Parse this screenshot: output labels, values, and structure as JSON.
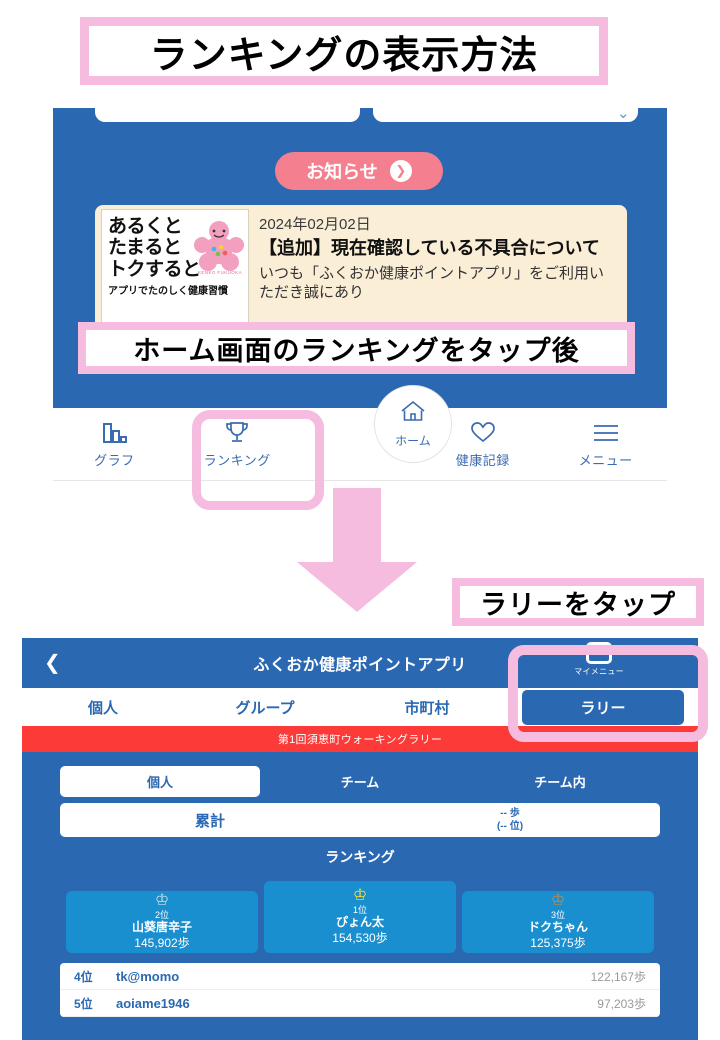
{
  "callouts": {
    "title": "ランキングの表示方法",
    "step1": "ホーム画面のランキングをタップ後",
    "step2": "ラリーをタップ"
  },
  "colors": {
    "pink": "#f6bcdf",
    "app_blue": "#2a68b2",
    "podium_blue": "#1a8fd0",
    "banner_red": "#fc3b39",
    "news_btn_pink": "#f4808f",
    "news_card_bg": "#fbeed7"
  },
  "screen1": {
    "news_button": {
      "label": "お知らせ",
      "icon": "chevron-right-icon"
    },
    "news_card": {
      "thumbnail_lines": [
        "あるくと",
        "たまると",
        "トクすると"
      ],
      "thumbnail_sub": "アプリでたのしく健康習慣",
      "thumbnail_logo_caption": "KENKO FUKUOKA",
      "date": "2024年02月02日",
      "headline": "【追加】現在確認している不具合について",
      "body": "いつも「ふくおか健康ポイントアプリ」をご利用いただき誠にあり"
    },
    "nav": [
      {
        "label": "グラフ",
        "icon": "bar-chart-icon"
      },
      {
        "label": "ランキング",
        "icon": "trophy-icon"
      },
      {
        "label": "ホーム",
        "icon": "home-icon"
      },
      {
        "label": "健康記録",
        "icon": "heart-icon"
      },
      {
        "label": "メニュー",
        "icon": "hamburger-menu-icon"
      }
    ]
  },
  "screen2": {
    "header": {
      "back_icon": "chevron-left-icon",
      "title": "ふくおか健康ポイントアプリ",
      "mymenu_label": "マイメニュー",
      "mymenu_icon": "my-menu-icon"
    },
    "tabs": [
      {
        "label": "個人",
        "active": false
      },
      {
        "label": "グループ",
        "active": false
      },
      {
        "label": "市町村",
        "active": false
      },
      {
        "label": "ラリー",
        "active": true
      }
    ],
    "banner": "第1回須恵町ウォーキングラリー",
    "subtabs": [
      {
        "label": "個人",
        "active": true
      },
      {
        "label": "チーム",
        "active": false
      },
      {
        "label": "チーム内",
        "active": false
      }
    ],
    "total_row": {
      "left_label": "累計",
      "right_steps": "-- 歩",
      "right_rank": "(-- 位)"
    },
    "ranking_heading": "ランキング",
    "podium": [
      {
        "rank": "2位",
        "name": "山葵唐辛子",
        "steps": "145,902歩",
        "crown_color": "#d7dde3",
        "place": 2
      },
      {
        "rank": "1位",
        "name": "ぴょん太",
        "steps": "154,530歩",
        "crown_color": "#ffe033",
        "place": 1
      },
      {
        "rank": "3位",
        "name": "ドクちゃん",
        "steps": "125,375歩",
        "crown_color": "#c98a45",
        "place": 3
      }
    ],
    "list": [
      {
        "rank": "4位",
        "name": "tk@momo",
        "steps": "122,167歩"
      },
      {
        "rank": "5位",
        "name": "aoiame1946",
        "steps": "97,203歩"
      }
    ]
  }
}
